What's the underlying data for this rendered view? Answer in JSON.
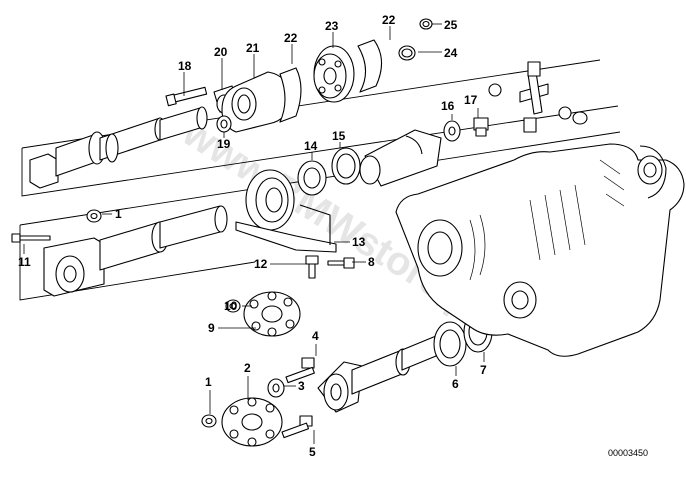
{
  "labels": [
    "1",
    "2",
    "3",
    "4",
    "5",
    "6",
    "7",
    "8",
    "9",
    "10",
    "11",
    "12",
    "13",
    "14",
    "15",
    "16",
    "17",
    "18",
    "19",
    "20",
    "21",
    "22",
    "23",
    "24",
    "25"
  ],
  "label_1b": "1",
  "label_22b": "22",
  "watermark": "www.BMWstore.pl",
  "doc_number": "00003450"
}
